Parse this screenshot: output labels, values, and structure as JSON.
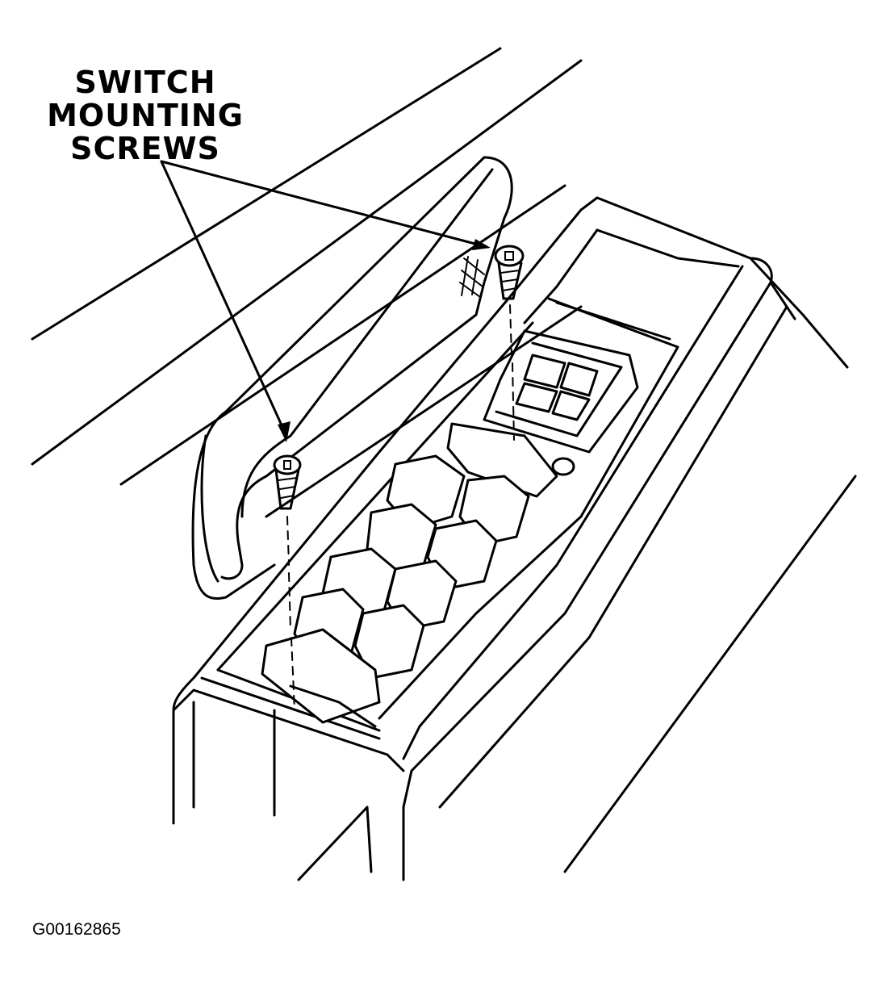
{
  "callout": {
    "lines": [
      "SWITCH",
      "MOUNTING",
      "SCREWS"
    ]
  },
  "figure_id": "G00162865"
}
